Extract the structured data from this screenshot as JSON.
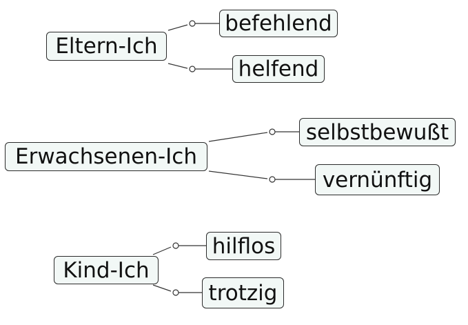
{
  "mindmap": {
    "groups": [
      {
        "parent": "Eltern-Ich",
        "children": [
          "befehlend",
          "helfend"
        ]
      },
      {
        "parent": "Erwachsenen-Ich",
        "children": [
          "selbstbewußt",
          "vernünftig"
        ]
      },
      {
        "parent": "Kind-Ich",
        "children": [
          "hilflos",
          "trotzig"
        ]
      }
    ]
  }
}
